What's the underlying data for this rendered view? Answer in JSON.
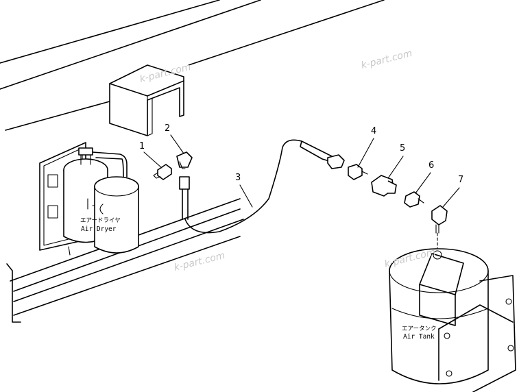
{
  "callouts": {
    "c1": "1",
    "c2": "2",
    "c3": "3",
    "c4": "4",
    "c5": "5",
    "c6": "6",
    "c7": "7"
  },
  "labels": {
    "dryer_jp": "エアードライヤ",
    "dryer_en": "Air Dryer",
    "tank_jp": "エアータンク",
    "tank_en": "Air Tank"
  },
  "watermarks": {
    "w1": "k-part.com",
    "w2": "k-part.com",
    "w3": "k-part.com",
    "w4": "k-part.com"
  }
}
